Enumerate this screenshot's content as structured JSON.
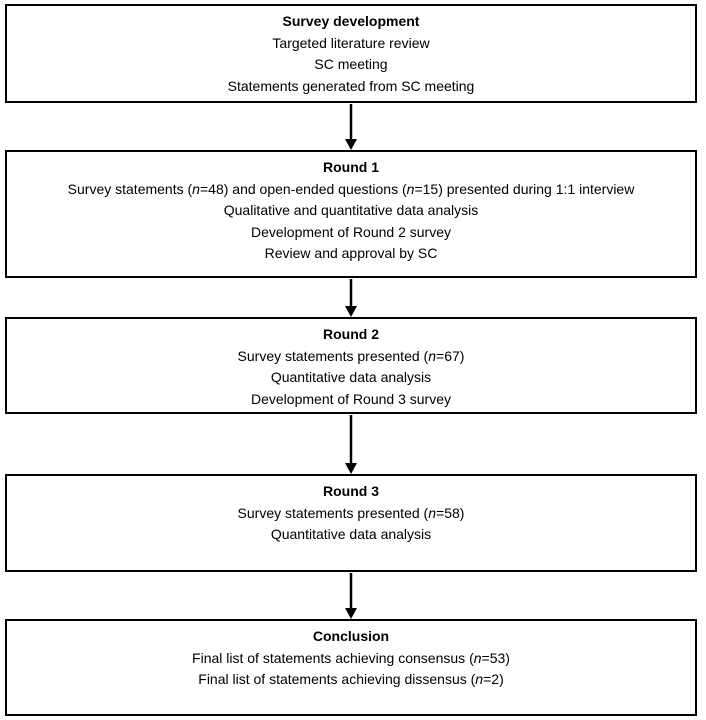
{
  "stages": [
    {
      "title": "Survey development",
      "lines": [
        "Targeted literature review",
        "SC meeting",
        "Statements generated from SC meeting"
      ]
    },
    {
      "title": "Round 1",
      "lines": [
        "Survey statements (n=48) and open-ended questions (n=15) presented during 1:1 interview",
        "Qualitative and quantitative data analysis",
        "Development of Round 2 survey",
        "Review and approval by SC"
      ]
    },
    {
      "title": "Round 2",
      "lines": [
        "Survey statements presented (n=67)",
        "Quantitative data analysis",
        "Development of Round 3 survey"
      ]
    },
    {
      "title": "Round 3",
      "lines": [
        "Survey statements presented (n=58)",
        "Quantitative data analysis"
      ]
    },
    {
      "title": "Conclusion",
      "lines": [
        "Final list of statements achieving consensus (n=53)",
        "Final list of statements achieving dissensus (n=2)"
      ]
    }
  ],
  "colors": {
    "stroke": "#000000",
    "background": "#ffffff"
  }
}
